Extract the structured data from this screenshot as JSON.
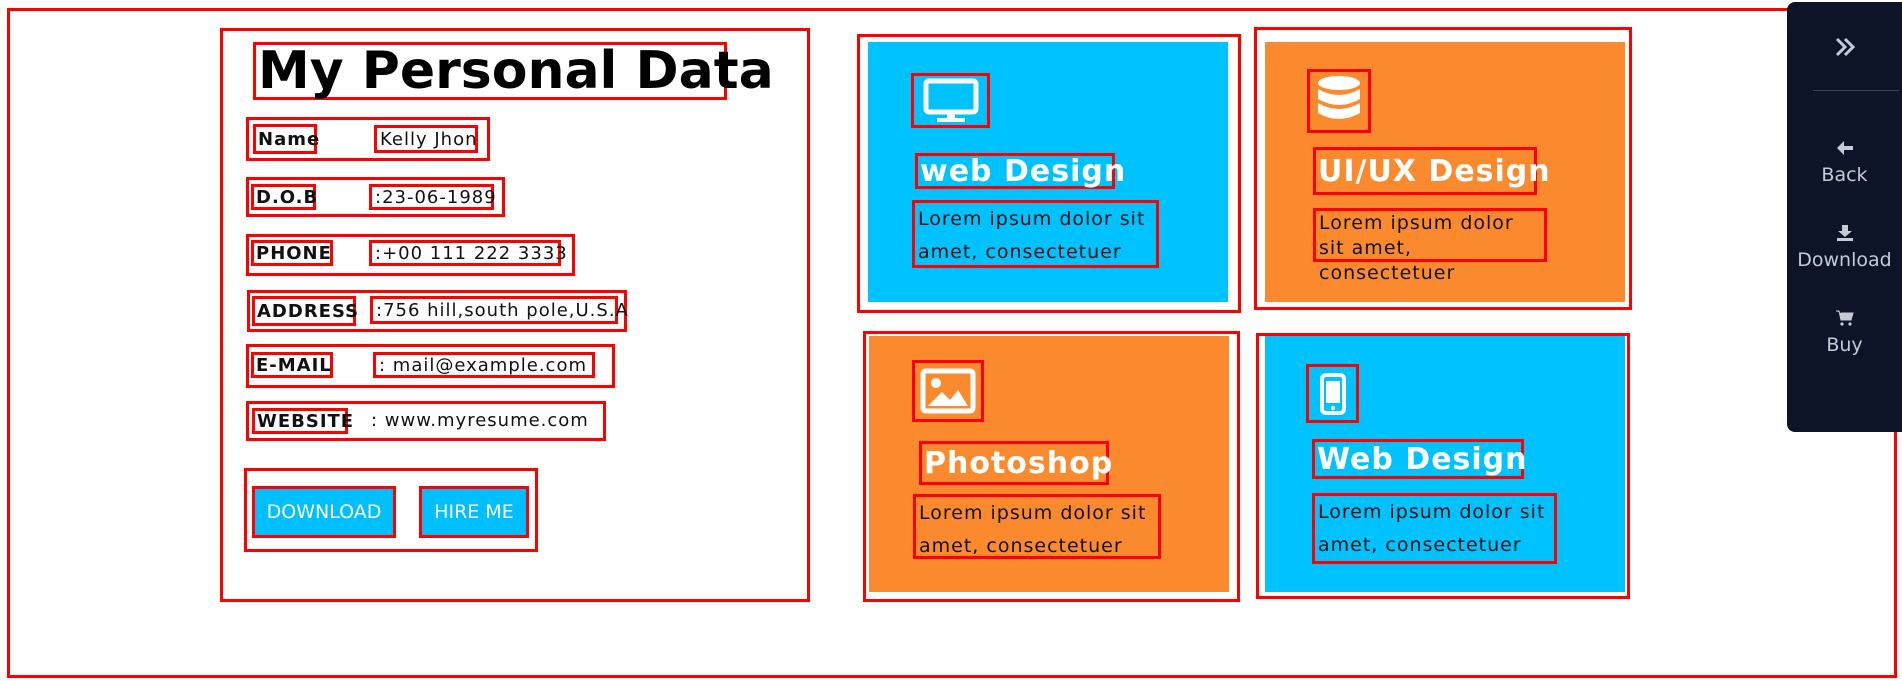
{
  "personal": {
    "title": "My Personal Data",
    "rows": [
      {
        "label": "Name",
        "value": "Kelly Jhon"
      },
      {
        "label": "D.O.B",
        "value": ":23-06-1989"
      },
      {
        "label": "PHONE",
        "value": ":+00 111 222 3333"
      },
      {
        "label": "ADDRESS",
        "value": ":756 hill,south pole,U.S.A"
      },
      {
        "label": "E-MAIL",
        "value": ": mail@example.com"
      },
      {
        "label": "WEBSITE",
        "value": ": www.myresume.com"
      }
    ],
    "download_label": "DOWNLOAD",
    "hire_label": "HIRE ME"
  },
  "services": [
    {
      "title": "web Design",
      "text": "Lorem ipsum dolor sit amet, consectetuer",
      "color": "#00c2ff",
      "icon": "monitor-icon"
    },
    {
      "title": "UI/UX Design",
      "text": "Lorem ipsum dolor sit amet, consectetuer",
      "color": "#fb8a2e",
      "icon": "database-icon"
    },
    {
      "title": "Photoshop",
      "text": "Lorem ipsum dolor sit amet, consectetuer",
      "color": "#fb8a2e",
      "icon": "image-icon"
    },
    {
      "title": "Web Design",
      "text": "Lorem ipsum dolor sit amet, consectetuer",
      "color": "#00c2ff",
      "icon": "mobile-icon"
    }
  ],
  "toolbar": {
    "toggle_icon": "chevron-double-right-icon",
    "items": [
      {
        "label": "Back",
        "icon": "arrow-left-icon"
      },
      {
        "label": "Download",
        "icon": "download-icon"
      },
      {
        "label": "Buy",
        "icon": "cart-icon"
      }
    ]
  },
  "colors": {
    "accent_blue": "#00bfff",
    "accent_orange": "#fb8a2e",
    "annotation_red": "#ff0000",
    "toolbar_bg": "#0d1427"
  }
}
